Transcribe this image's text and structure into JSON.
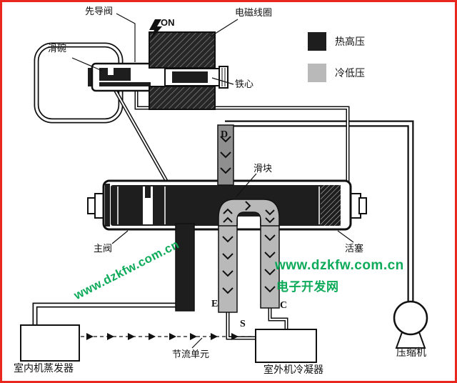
{
  "figure": {
    "labels": {
      "pilot_valve": "先导阀",
      "power_on": "ON",
      "solenoid_coil": "电磁线圈",
      "slide_bowl": "滑碗",
      "iron_core": "铁心",
      "slider": "滑块",
      "main_valve": "主阀",
      "piston": "活塞",
      "throttle_unit": "节流单元",
      "indoor_evaporator": "室内机蒸发器",
      "outdoor_condenser": "室外机冷凝器",
      "compressor": "压缩机"
    },
    "ports": {
      "d": "D",
      "e": "E",
      "s": "S",
      "c": "C"
    },
    "legend": {
      "items": [
        {
          "label": "热高压",
          "color": "#1e1e1e"
        },
        {
          "label": "冷低压",
          "color": "#b9b9b9"
        }
      ]
    },
    "watermark": {
      "url": "www.dzkfw.com.cn",
      "site": "电子开发网",
      "color": "#00a651"
    },
    "colors": {
      "hot_high_pressure": "#1e1e1e",
      "cold_low_pressure": "#b9b9b9",
      "frame": "#e8281e"
    }
  }
}
